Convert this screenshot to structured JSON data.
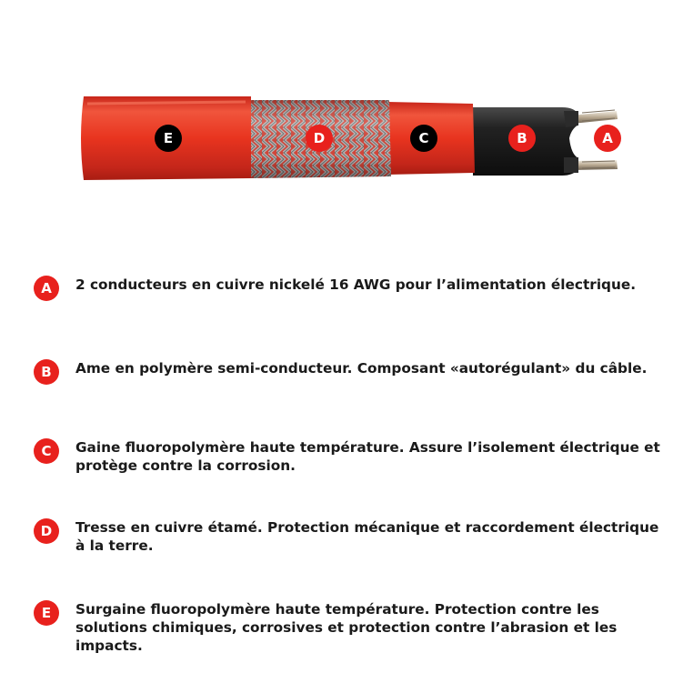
{
  "cable_labels": {
    "e": "E",
    "d": "D",
    "c": "C",
    "b": "B",
    "a": "A"
  },
  "colors": {
    "outer_jacket": "#e8341f",
    "braid": "#9a9a9a",
    "core": "#1a1a1a",
    "badge_red": "#e8211d",
    "badge_black": "#000000"
  },
  "legend": [
    {
      "letter": "A",
      "text": "2 conducteurs en cuivre nickelé 16 AWG pour l’alimentation électrique."
    },
    {
      "letter": "B",
      "text": "Ame en polymère semi-conducteur. Composant «autorégulant» du câble."
    },
    {
      "letter": "C",
      "text": "Gaine fluoropolymère haute température. Assure l’isolement électrique et protège contre la corrosion."
    },
    {
      "letter": "D",
      "text": "Tresse en cuivre étamé. Protection mécanique et raccordement électrique à la terre."
    },
    {
      "letter": "E",
      "text": "Surgaine fluoropolymère haute température. Protection contre les solutions chimiques, corrosives et protection contre l’abrasion et les impacts."
    }
  ]
}
